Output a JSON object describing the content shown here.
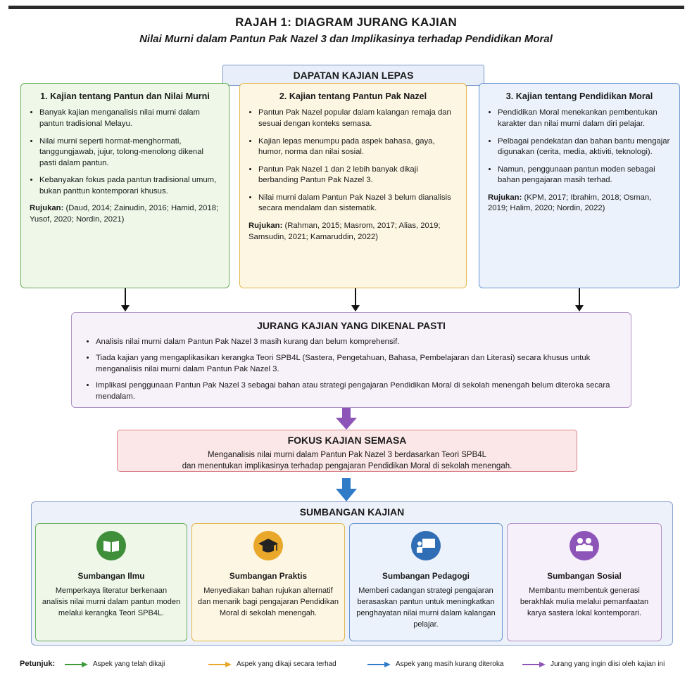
{
  "title": "RAJAH 1: DIAGRAM JURANG KAJIAN",
  "subtitle": "Nilai Murni dalam Pantun Pak Nazel 3 dan Implikasinya terhadap Pendidikan Moral",
  "lepas_label": "DAPATAN KAJIAN LEPAS",
  "studies": [
    {
      "heading": "1. Kajian tentang Pantun dan Nilai Murni",
      "color": "#6cae5c",
      "bullets": [
        "Banyak kajian menganalisis nilai murni dalam pantun tradisional Melayu.",
        "Nilai murni seperti hormat-menghormati, tanggungjawab, jujur, tolong-menolong dikenal pasti dalam pantun.",
        "Kebanyakan fokus pada pantun tradisional umum, bukan panttun kontemporari khusus."
      ],
      "ref_label": "Rujukan:",
      "ref_text": "(Daud, 2014; Zainudin, 2016; Hamid, 2018; Yusof, 2020; Nordin, 2021)"
    },
    {
      "heading": "2. Kajian tentang Pantun Pak Nazel",
      "color": "#e3b84b",
      "bullets": [
        "Pantun Pak Nazel popular dalam kalangan remaja dan sesuai dengan konteks semasa.",
        "Kajian lepas menumpu pada aspek bahasa, gaya, humor, norma dan nilai sosial.",
        "Pantun Pak Nazel 1 dan 2 lebih banyak dikaji berbanding Pantun Pak Nazel 3.",
        "Nilai murni dalam Pantun Pak Nazel 3 belum dianalisis secara mendalam dan sistematik."
      ],
      "ref_label": "Rujukan:",
      "ref_text": "(Rahman, 2015; Masrom, 2017; Alias, 2019; Samsudin, 2021; Kamaruddin, 2022)"
    },
    {
      "heading": "3. Kajian tentang Pendidikan Moral",
      "color": "#6a95cf",
      "bullets": [
        "Pendidikan Moral menekankan pembentukan karakter dan nilai murni dalam diri pelajar.",
        "Pelbagai pendekatan dan bahan bantu mengajar digunakan (cerita, media, aktiviti, teknologi).",
        "Namun, penggunaan pantun moden sebagai bahan pengajaran masih terhad."
      ],
      "ref_label": "Rujukan:",
      "ref_text": "(KPM, 2017; Ibrahim, 2018; Osman, 2019; Halim, 2020; Nordin, 2022)"
    }
  ],
  "gap": {
    "heading": "JURANG KAJIAN YANG DIKENAL PASTI",
    "bullets": [
      "Analisis nilai murni dalam Pantun Pak Nazel 3 masih kurang dan belum komprehensif.",
      "Tiada kajian yang mengaplikasikan kerangka Teori SPB4L (Sastera, Pengetahuan, Bahasa, Pembelajaran dan Literasi) secara khusus untuk menganalisis nilai murni dalam Pantun Pak Nazel 3.",
      "Implikasi penggunaan Pantun Pak Nazel 3 sebagai bahan atau strategi pengajaran Pendidikan Moral di sekolah menengah belum diteroka secara mendalam."
    ]
  },
  "focus": {
    "heading": "FOKUS KAJIAN SEMASA",
    "line1": "Menganalisis nilai murni dalam Pantun Pak Nazel 3 berdasarkan Teori SPB4L",
    "line2": "dan menentukan implikasinya terhadap pengajaran Pendidikan Moral di sekolah menengah."
  },
  "contributions": {
    "heading": "SUMBANGAN KAJIAN",
    "cards": [
      {
        "icon": "book-icon",
        "color": "#3f8f3a",
        "title": "Sumbangan Ilmu",
        "text": "Memperkaya literatur berkenaan analisis nilai murni dalam pantun moden melalui kerangka Teori SPB4L."
      },
      {
        "icon": "graduation-cap-icon",
        "color": "#e9a82a",
        "title": "Sumbangan Praktis",
        "text": "Menyediakan bahan rujukan alternatif dan menarik bagi pengajaran Pendidikan Moral di sekolah menengah."
      },
      {
        "icon": "teacher-board-icon",
        "color": "#2f6db5",
        "title": "Sumbangan Pedagogi",
        "text": "Memberi cadangan strategi pengajaran berasaskan pantun untuk meningkatkan penghayatan nilai murni dalam kalangan pelajar."
      },
      {
        "icon": "people-group-icon",
        "color": "#8e55b8",
        "title": "Sumbangan Sosial",
        "text": "Membantu membentuk generasi berakhlak mulia melalui pemanfaatan karya sastera lokal kontemporari."
      }
    ]
  },
  "legend": {
    "label": "Petunjuk:",
    "items": [
      {
        "color": "#3f9a3a",
        "text": "Aspek yang telah dikaji"
      },
      {
        "color": "#e9a82a",
        "text": "Aspek yang dikaji secara terhad"
      },
      {
        "color": "#2f7bc8",
        "text": "Aspek yang masih kurang diteroka"
      },
      {
        "color": "#8e55b8",
        "text": "Jurang yang ingin diisi oleh kajian ini"
      }
    ]
  }
}
